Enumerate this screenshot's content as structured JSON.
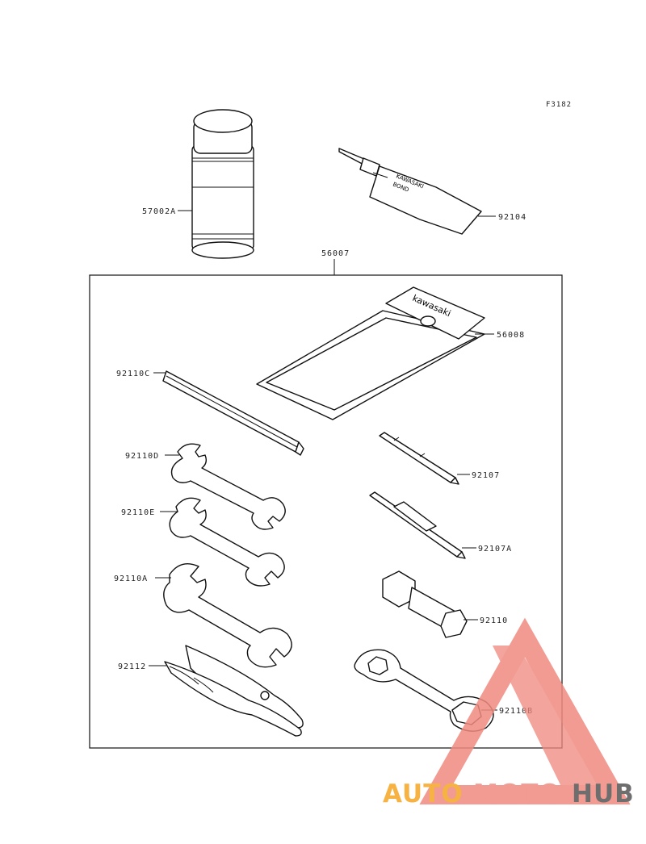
{
  "figure_code": "F3182",
  "kit_label": "56007",
  "parts": {
    "spray_can": "57002A",
    "bond_tube": "92104",
    "tube_print_line1": "KAWASAKI",
    "tube_print_line2": "BOND",
    "tool_bag": "56008",
    "bag_print": "kawasaki",
    "hex_bar": "92110C",
    "wrench_d": "92110D",
    "wrench_e": "92110E",
    "wrench_a": "92110A",
    "pliers": "92112",
    "screwdriver_bit": "92107",
    "screwdriver_double": "92107A",
    "socket_wrench": "92110",
    "box_wrench": "92110B"
  },
  "watermark": {
    "part1": "AUTO",
    "part2": "MOTO",
    "part3": "HUB",
    "colors": {
      "auto": "#f5a623",
      "moto": "#f08a80",
      "hub": "#555555",
      "triangle": "#f08a80"
    }
  }
}
